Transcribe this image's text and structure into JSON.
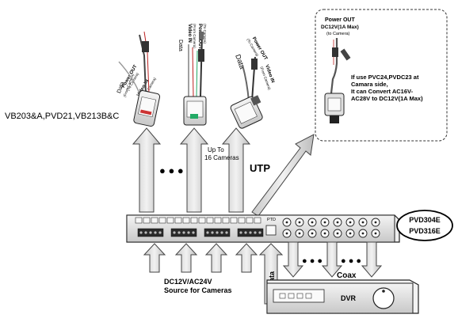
{
  "diagram": {
    "left_models_label": "VB203&A,PVD21,VB213B&C",
    "up_to_label": "Up To",
    "cameras_count_label": "16 Cameras",
    "dots": "● ● ●",
    "utp_label": "UTP",
    "ptz_data_label": "PTZ Data",
    "coax_label": "Coax",
    "dvr_label": "DVR",
    "power_source_line1": "DC12V/AC24V",
    "power_source_line2": "Source for Cameras",
    "models": [
      "PVD304E",
      "PVD316E"
    ],
    "ptd_label": "PTD",
    "balun1": {
      "power_out": "Power OUT",
      "power_sub": "(To Camera)",
      "video_in": "Video IN",
      "video_sub": "(From Camera)",
      "data": "Data",
      "data_sub": "(From Camera)"
    },
    "balun2": {
      "video_in": "Video IN",
      "video_sub": "(From Camera)",
      "power_out": "Power OUT",
      "power_sub": "(To Camera)",
      "data": "Data"
    },
    "balun3": {
      "power_out": "Power OUT",
      "power_sub": "(To Camera)",
      "data": "Data",
      "video_in": "Video IN",
      "video_sub": "(From Camera)"
    },
    "note_box": {
      "power_out": "Power OUT",
      "power_spec": "DC12V(1A Max)",
      "power_sub": "(to Camera)",
      "note_lines": [
        "If use PVC24,PVDC23  at",
        "Camara side,",
        "It can Convert AC16V-",
        "AC28V to DC12V(1A Max)"
      ]
    }
  }
}
